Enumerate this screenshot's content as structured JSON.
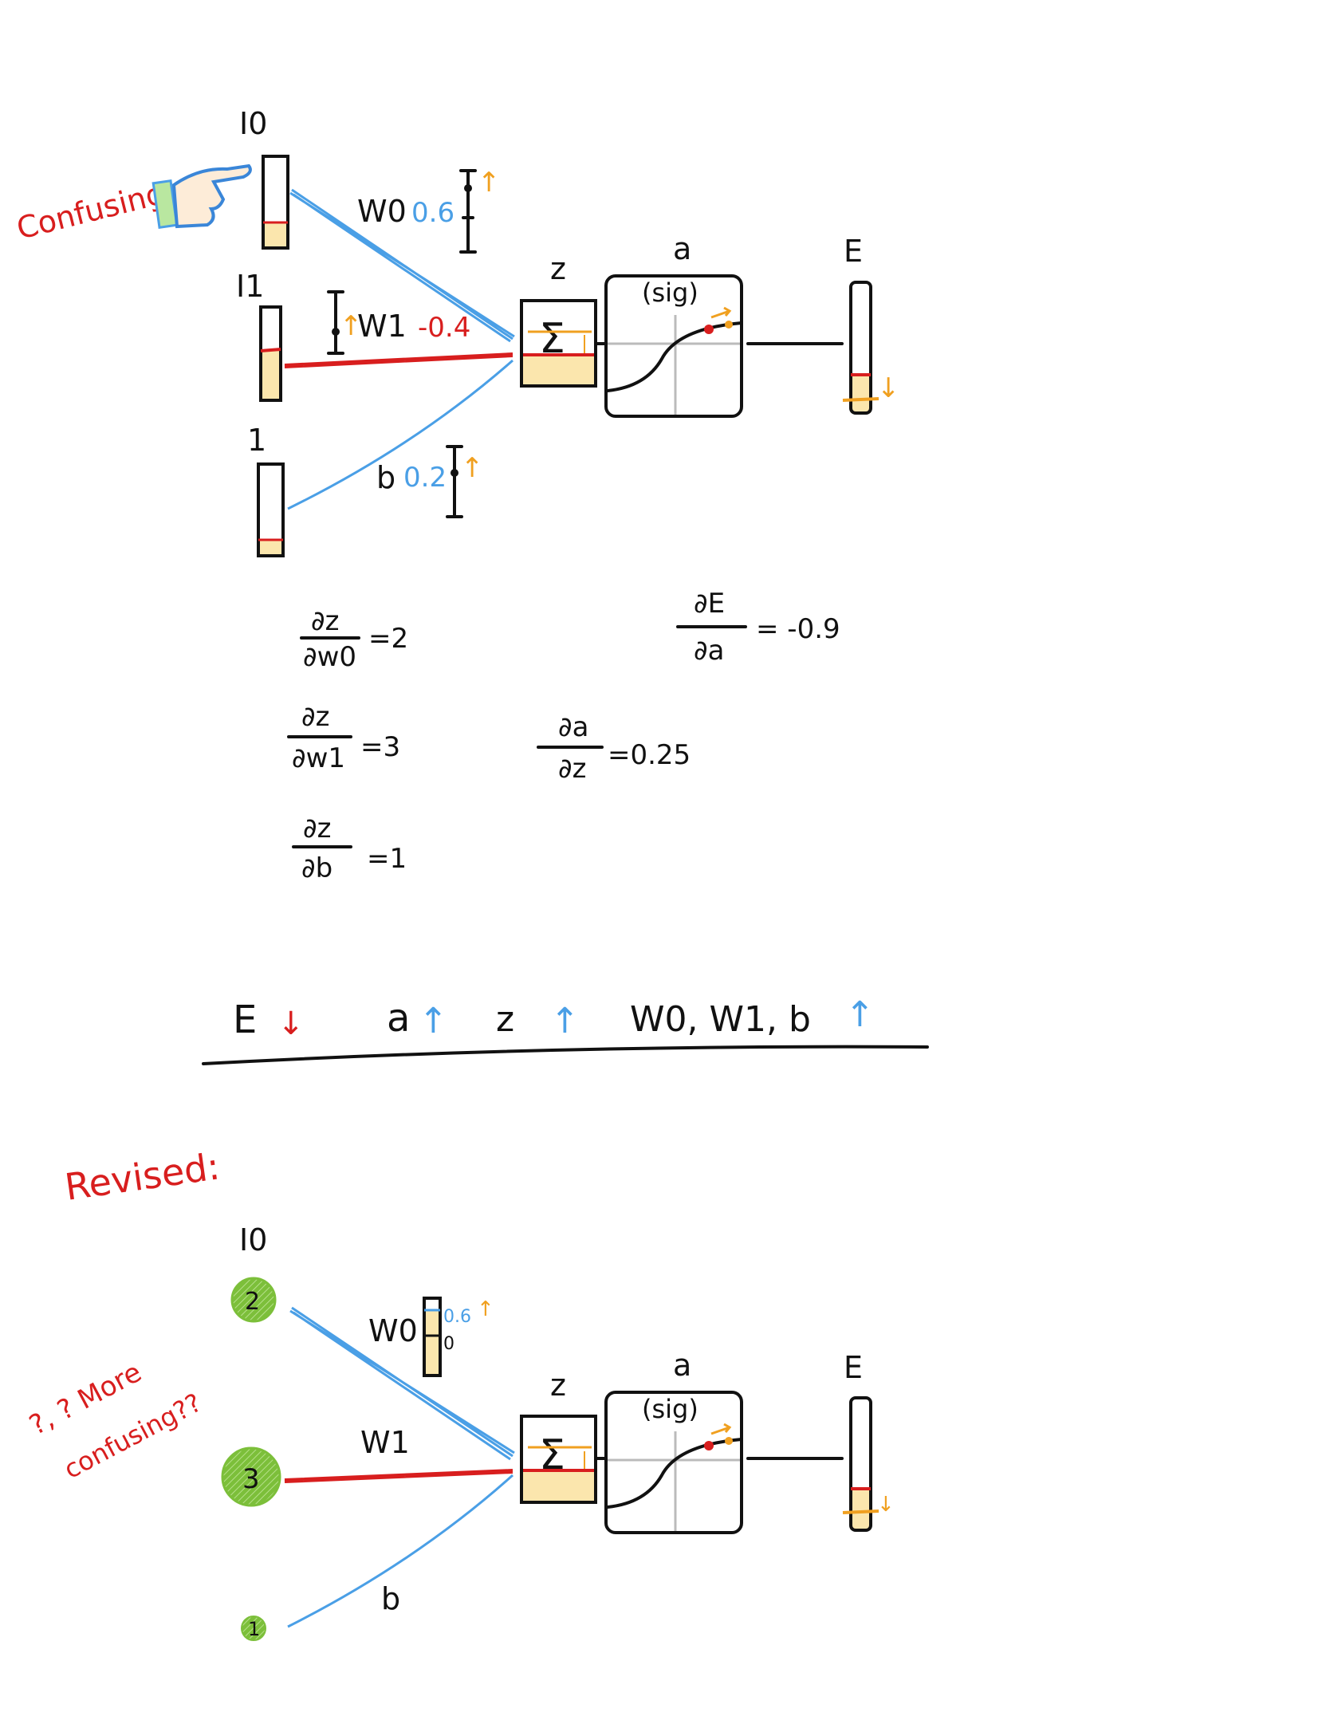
{
  "original": {
    "input0_label": "I0",
    "input1_label": "I1",
    "bias_input_label": "1",
    "annotation": "Confusing",
    "w0_label": "W0",
    "w0_value": "0.6",
    "w1_label": "W1",
    "w1_value": "-0.4",
    "b_label": "b",
    "b_value": "0.2",
    "z_label": "z",
    "sum_symbol": "Σ",
    "a_label": "a",
    "activation_label": "(sig)",
    "error_label": "E"
  },
  "derivatives": {
    "dz_dw0": {
      "num": "∂z",
      "den": "∂w0",
      "value": "=2"
    },
    "dz_dw1": {
      "num": "∂z",
      "den": "∂w1",
      "value": "=3"
    },
    "dz_db": {
      "num": "∂z",
      "den": "∂b",
      "value": "=1"
    },
    "da_dz": {
      "num": "∂a",
      "den": "∂z",
      "value": "=0.25"
    },
    "dE_da": {
      "num": "∂E",
      "den": "∂a",
      "value": "= -0.9"
    }
  },
  "summary": {
    "e": "E",
    "e_arrow": "↓",
    "a": "a",
    "a_arrow": "↑",
    "z": "z",
    "z_arrow": "↑",
    "params": "W0, W1, b",
    "params_arrow": "↑"
  },
  "revised": {
    "title": "Revised:",
    "annotation_line1": "?, ? More",
    "annotation_line2": "confusing??",
    "input0_label": "I0",
    "input0_value": "2",
    "input1_value": "3",
    "bias_value": "1",
    "w0_label": "W0",
    "w0_value": "0.6",
    "w0_zero": "0",
    "w1_label": "W1",
    "b_label": "b",
    "z_label": "z",
    "sum_symbol": "Σ",
    "a_label": "a",
    "activation_label": "(sig)",
    "error_label": "E"
  },
  "colors": {
    "blue": "#4a9fe6",
    "red": "#d81e1e",
    "orange": "#f0a020",
    "fill": "#fbe6ad",
    "green": "#7cbf3a"
  }
}
